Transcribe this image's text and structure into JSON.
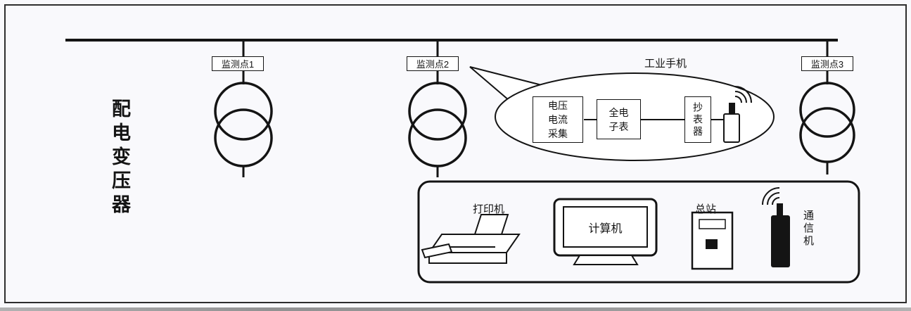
{
  "title_left": "配电变压器",
  "monitors": [
    {
      "label": "监测点1"
    },
    {
      "label": "监测点2"
    },
    {
      "label": "监测点3"
    }
  ],
  "callout": {
    "title": "工业手机",
    "modules": [
      {
        "label": "电压电流采集"
      },
      {
        "label": "全电子表"
      },
      {
        "label": "抄表器"
      }
    ]
  },
  "station_panel": {
    "printer": "打印机",
    "computer": "计算机",
    "master_station": "总站",
    "comm_unit": "通信机"
  },
  "colors": {
    "ink": "#141414",
    "fill": "#ffffff",
    "background": "#f9f9fc"
  }
}
